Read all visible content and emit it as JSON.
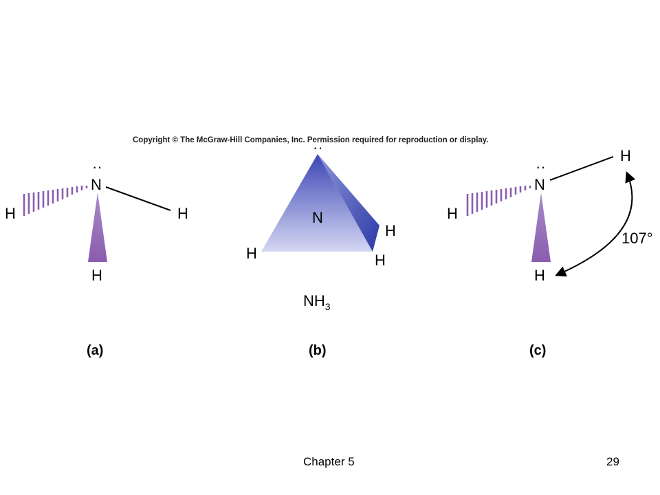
{
  "copyright": "Copyright © The McGraw-Hill Companies, Inc. Permission required for reproduction or display.",
  "panel_a": {
    "label": "(a)",
    "atom_center": "N",
    "atom_left": "H",
    "atom_right": "H",
    "atom_bottom": "H",
    "lone_pair": "··"
  },
  "panel_b": {
    "label": "(b)",
    "atom_center": "N",
    "atom_left": "H",
    "atom_right_upper": "H",
    "atom_right_lower": "H",
    "lone_pair": "··",
    "formula_main": "NH",
    "formula_sub": "3"
  },
  "panel_c": {
    "label": "(c)",
    "atom_center": "N",
    "atom_left": "H",
    "atom_top_right": "H",
    "atom_bottom": "H",
    "lone_pair": "··",
    "angle": "107°"
  },
  "footer": {
    "chapter": "Chapter 5",
    "page": "29"
  },
  "colors": {
    "wedge": "#8a5cae",
    "tetra_light": "#c9cdee",
    "tetra_dark": "#3c46b4",
    "tetra_side": "#2c3aa8"
  }
}
